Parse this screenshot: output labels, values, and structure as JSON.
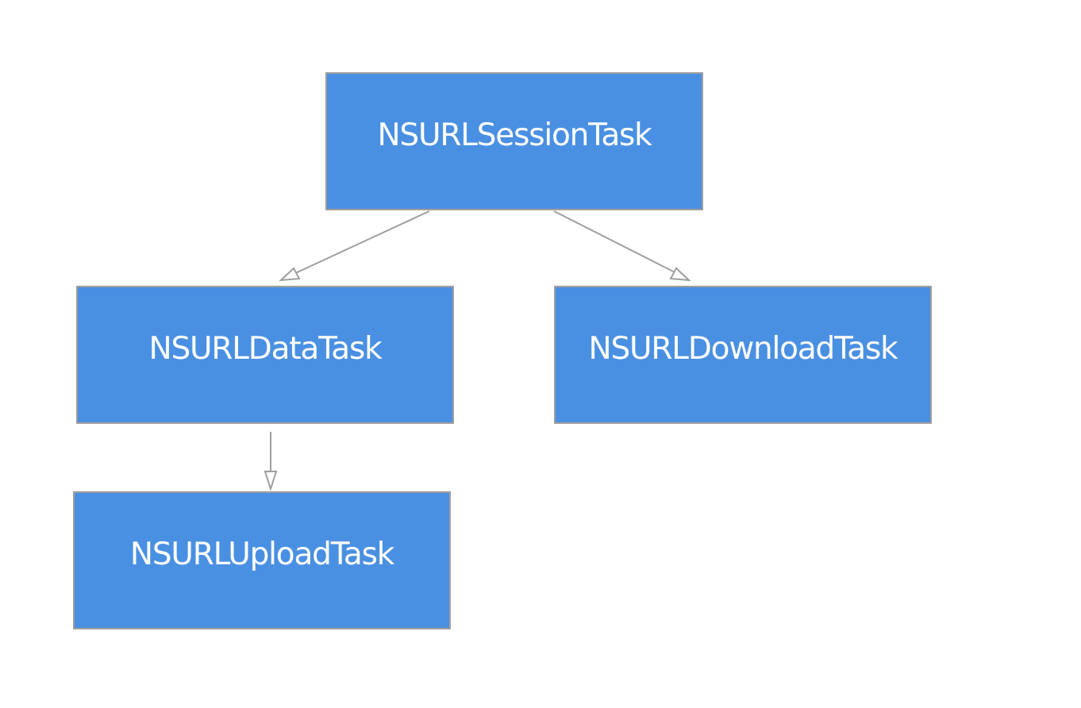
{
  "colors": {
    "node_fill": "#4a90e2",
    "node_border": "#9e9e9e",
    "node_text": "#ffffff",
    "edge": "#9e9e9e"
  },
  "nodes": {
    "session": "NSURLSessionTask",
    "data": "NSURLDataTask",
    "download": "NSURLDownloadTask",
    "upload": "NSURLUploadTask"
  },
  "edges": [
    {
      "from": "session",
      "to": "data"
    },
    {
      "from": "session",
      "to": "download"
    },
    {
      "from": "data",
      "to": "upload"
    }
  ]
}
